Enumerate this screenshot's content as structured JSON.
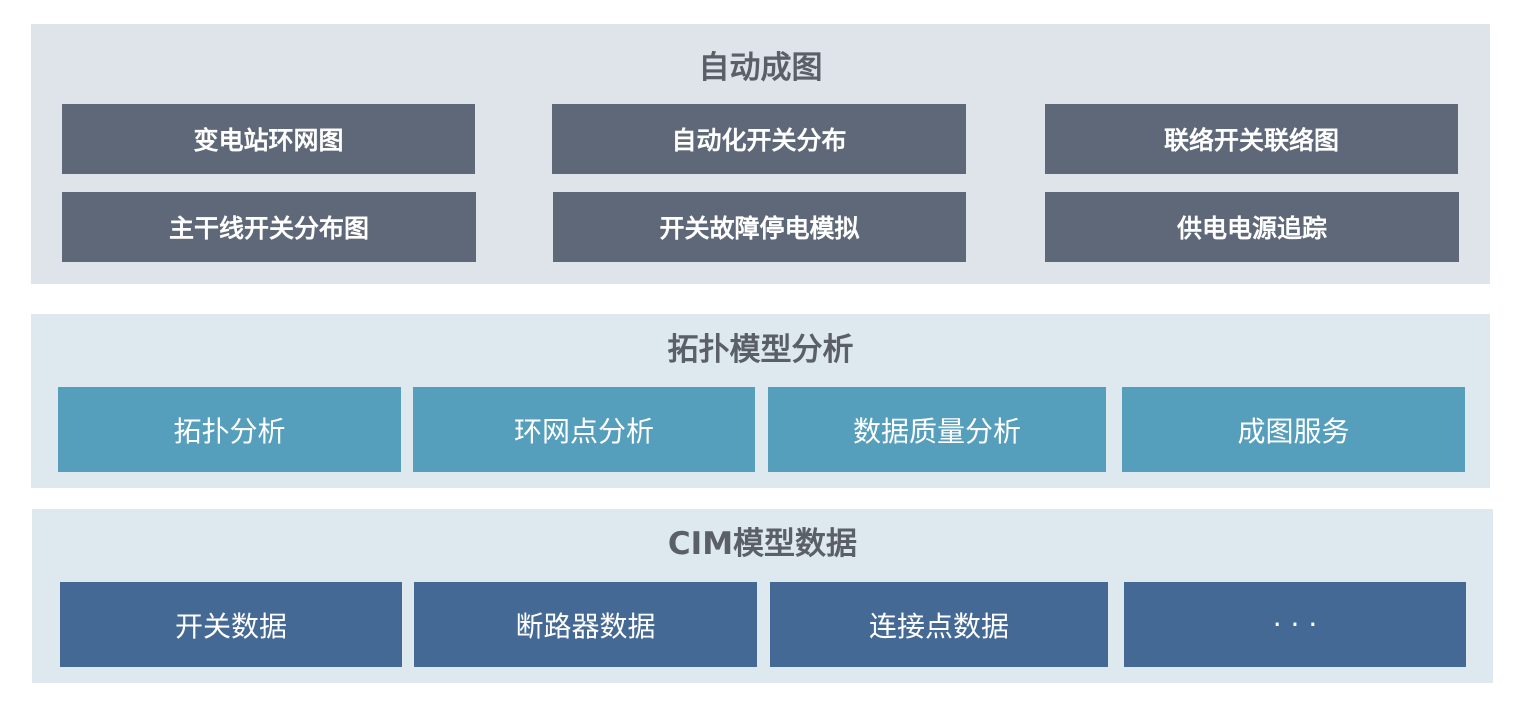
{
  "layers": {
    "auto_mapping": {
      "title": "自动成图",
      "items": [
        "变电站环网图",
        "自动化开关分布",
        "联络开关联络图",
        "主干线开关分布图",
        "开关故障停电模拟",
        "供电电源追踪"
      ]
    },
    "topology_analysis": {
      "title": "拓扑模型分析",
      "items": [
        "拓扑分析",
        "环网点分析",
        "数据质量分析",
        "成图服务"
      ]
    },
    "cim_data": {
      "title": "CIM模型数据",
      "items": [
        "开关数据",
        "断路器数据",
        "连接点数据",
        "· · ·"
      ]
    }
  },
  "colors": {
    "auto_mapping_bg": "#dfe3ea",
    "auto_mapping_box": "#5f6878",
    "topology_bg": "#dde9ef",
    "topology_box": "#559fbc",
    "cim_bg": "#dde9ef",
    "cim_box": "#456995",
    "title_text": "#5a5f68"
  }
}
